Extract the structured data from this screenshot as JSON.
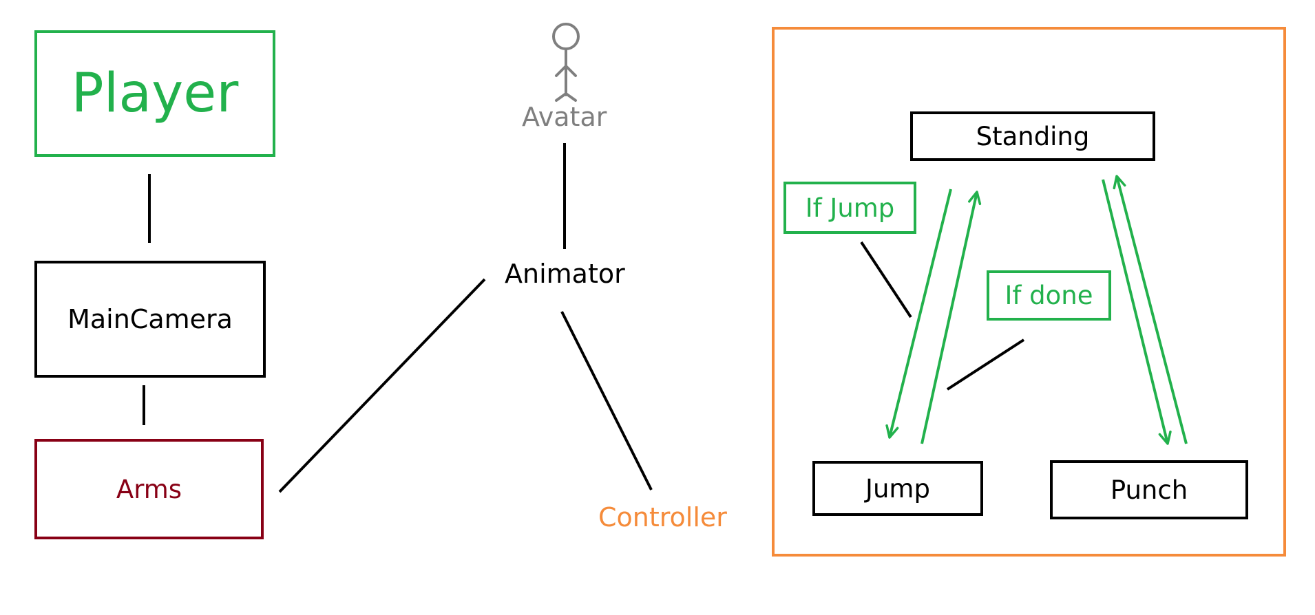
{
  "left": {
    "player": "Player",
    "main_camera": "MainCamera",
    "arms": "Arms"
  },
  "center": {
    "avatar": "Avatar",
    "animator": "Animator",
    "controller": "Controller"
  },
  "state_machine": {
    "standing": "Standing",
    "jump": "Jump",
    "punch": "Punch",
    "if_jump": "If Jump",
    "if_done": "If done"
  },
  "colors": {
    "green": "#22b14c",
    "dark_red": "#880015",
    "orange": "#f58b3a",
    "gray": "#7f7f7f",
    "black": "#000000"
  },
  "icons": {
    "avatar": "stick-figure-icon"
  }
}
